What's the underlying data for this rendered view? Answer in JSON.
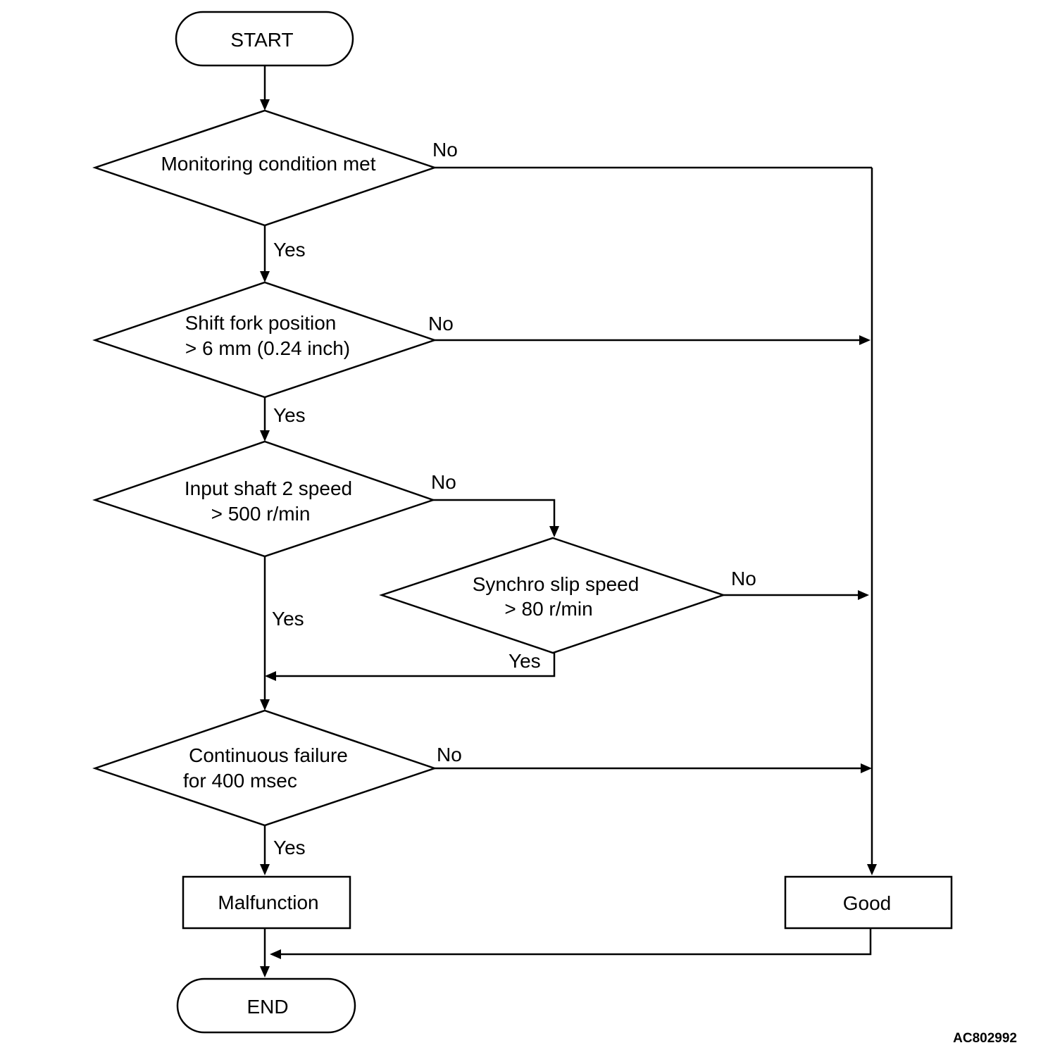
{
  "diagram": {
    "nodes": {
      "start": "START",
      "monitoring": "Monitoring condition met",
      "shift_fork_1": "Shift fork position",
      "shift_fork_2": "> 6 mm (0.24 inch)",
      "input_shaft_1": "Input shaft 2 speed",
      "input_shaft_2": "> 500 r/min",
      "synchro_1": "Synchro slip speed",
      "synchro_2": "> 80 r/min",
      "continuous_1": "Continuous failure",
      "continuous_2": "for 400 msec",
      "malfunction": "Malfunction",
      "good": "Good",
      "end": "END"
    },
    "edge_labels": {
      "monitoring_no": "No",
      "monitoring_yes": "Yes",
      "shift_no": "No",
      "shift_yes": "Yes",
      "input_no": "No",
      "input_yes": "Yes",
      "synchro_no": "No",
      "synchro_yes": "Yes",
      "continuous_no": "No",
      "continuous_yes": "Yes"
    },
    "figure_code": "AC802992"
  }
}
